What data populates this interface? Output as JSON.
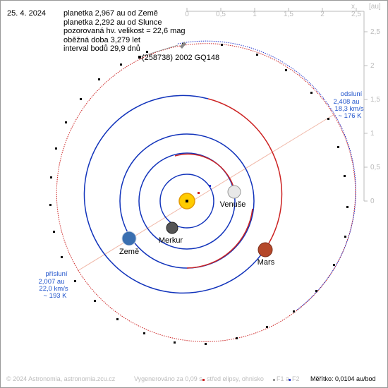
{
  "date": "25. 4. 2024",
  "info": {
    "line1": "planetka 2,967 au od Země",
    "line2": "planetka 2,292 au od Slunce",
    "line3": "pozorovaná hv. velikost = 22,6 mag",
    "line4": "oběžná doba 3,279 let",
    "line5": "interval bodů 29,9 dnů"
  },
  "asteroid_name": "(258738) 2002 GQ148",
  "aphelion": {
    "title": "odsluní",
    "dist": "2,408 au",
    "speed": "18,3 km/s",
    "temp": "~ 176 K"
  },
  "perihelion": {
    "title": "přísluní",
    "dist": "2,007 au",
    "speed": "22,0 km/s",
    "temp": "~ 193 K"
  },
  "planets": {
    "venus": "Venuše",
    "mercury": "Merkur",
    "earth": "Země",
    "mars": "Mars"
  },
  "axis": {
    "x_label": "x",
    "unit": "[au]",
    "x_ticks": [
      "0",
      "0,5",
      "1",
      "1,5",
      "2",
      "2,5"
    ],
    "y_ticks": [
      "2,5",
      "2",
      "1,5",
      "1",
      "0,5",
      "0"
    ]
  },
  "footer": {
    "copyright": "© 2024 Astronomia, astronomia.zcu.cz",
    "generated": "Vygenerováno za 0,09 s",
    "legend_center": "střed elipsy, ohnisko",
    "legend_f1": "F1 a",
    "legend_f2": "F2",
    "scale": "Měřítko: 0,0104 au/bod"
  },
  "colors": {
    "planet_orbit": "#1133bb",
    "asteroid_orbit": "#cc2222",
    "apsis_line": "#f0b8a8",
    "label_blue": "#2255cc",
    "axis_grey": "#bbbbbb"
  }
}
